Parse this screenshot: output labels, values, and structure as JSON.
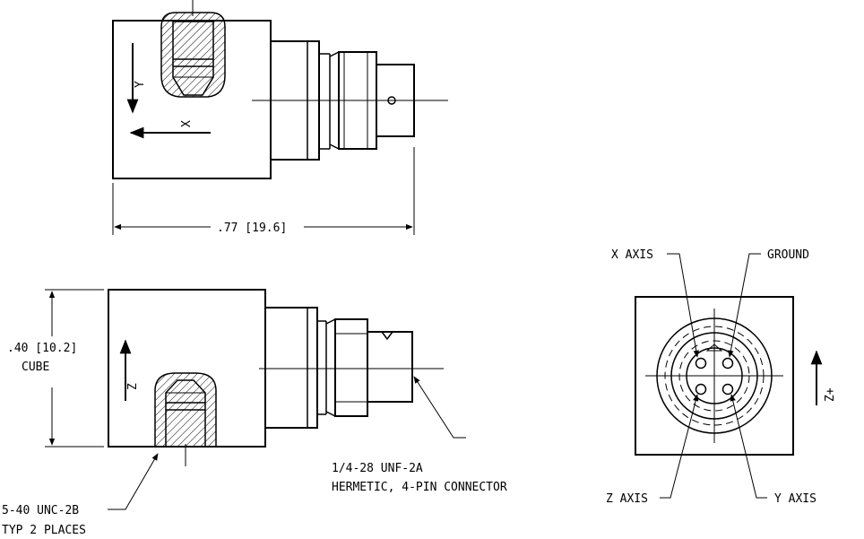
{
  "dimension_width": ".77 [19.6]",
  "dimension_height_value": ".40 [10.2]",
  "dimension_height_sub": "CUBE",
  "axis_x": "X",
  "axis_y": "Y",
  "axis_z": "Z",
  "axis_z_plus": "Z+",
  "label_x_axis": "X AXIS",
  "label_ground": "GROUND",
  "label_z_axis": "Z AXIS",
  "label_y_axis": "Y AXIS",
  "thread_callout_line1": "5-40 UNC-2B",
  "thread_callout_line2": "TYP 2 PLACES",
  "connector_callout_line1": "1/4-28 UNF-2A",
  "connector_callout_line2": "HERMETIC, 4-PIN CONNECTOR"
}
